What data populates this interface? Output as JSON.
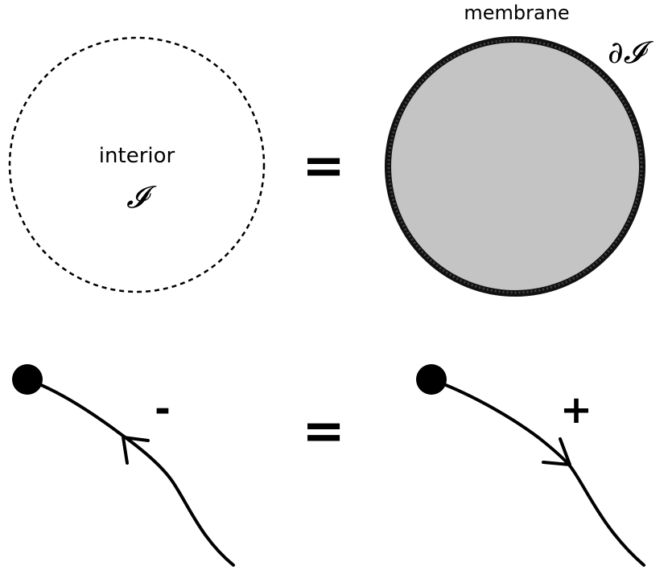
{
  "top_row": {
    "left_circle": {
      "label": "interior",
      "symbol": "𝓘",
      "outline": "dashed"
    },
    "equals": "=",
    "right_circle": {
      "label": "membrane",
      "boundary_symbol": "∂𝓘",
      "fill_color": "#c4c4c4",
      "outline_color": "#111111"
    }
  },
  "bottom_row": {
    "left_curve": {
      "sign": "-",
      "arrow_direction": "toward-endpoint"
    },
    "equals": "=",
    "right_curve": {
      "sign": "+",
      "arrow_direction": "away-from-endpoint"
    }
  }
}
